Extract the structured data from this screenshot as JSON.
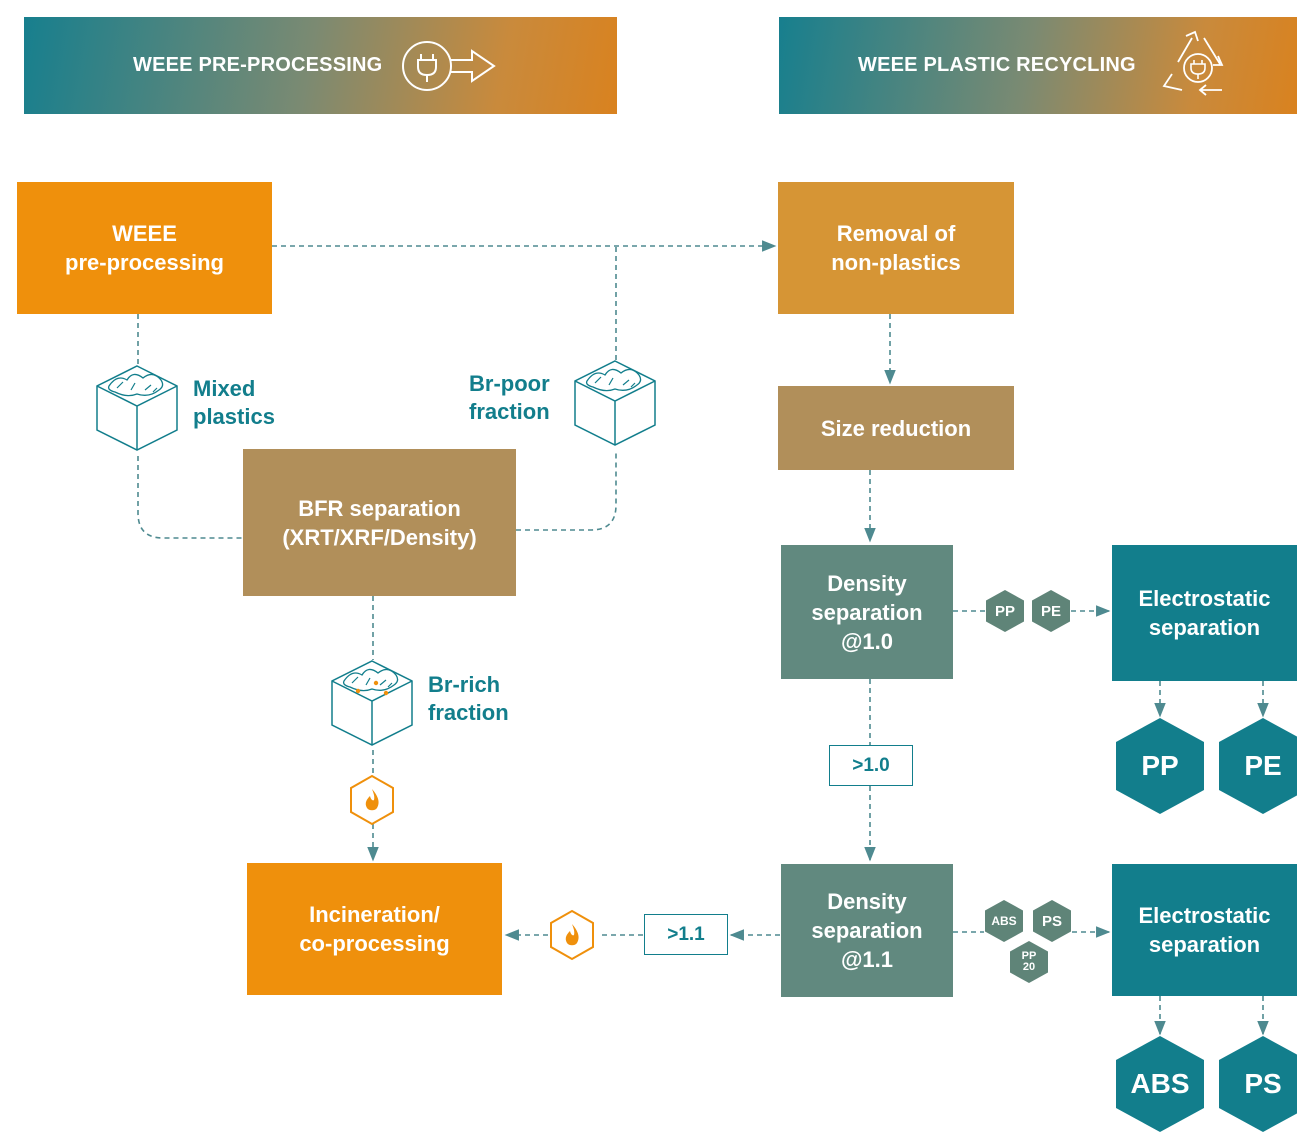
{
  "banners": {
    "left": {
      "title": "WEEE PRE-PROCESSING",
      "icon": "plug-arrow-icon"
    },
    "right": {
      "title": "WEEE PLASTIC RECYCLING",
      "icon": "recycle-plug-icon"
    }
  },
  "boxes": {
    "weee_preprocessing": "WEEE\npre-processing",
    "bfr_separation": "BFR separation\n(XRT/XRF/Density)",
    "incineration": "Incineration/\nco-processing",
    "removal": "Removal of\nnon-plastics",
    "size_reduction": "Size reduction",
    "density_10": "Density\nseparation\n@1.0",
    "density_11": "Density\nseparation\n@1.1",
    "electrostatic_1": "Electrostatic\nseparation",
    "electrostatic_2": "Electrostatic\nseparation"
  },
  "fractions": {
    "mixed": "Mixed\nplastics",
    "br_poor": "Br-poor\nfraction",
    "br_rich": "Br-rich\nfraction"
  },
  "tags": {
    "gt10": ">1.0",
    "gt11": ">1.1"
  },
  "polymers": {
    "small_top": [
      "PP",
      "PE"
    ],
    "small_bottom": [
      "ABS",
      "PS"
    ],
    "small_pp20": [
      "PP",
      "20"
    ],
    "outputs_top": [
      "PP",
      "PE"
    ],
    "outputs_bottom": [
      "ABS",
      "PS"
    ]
  },
  "colors": {
    "orange": "#ef900c",
    "tan": "#b18f5a",
    "light_orange": "#d69535",
    "sage": "#61897f",
    "teal": "#127e8c",
    "connector": "#4e8a90"
  }
}
